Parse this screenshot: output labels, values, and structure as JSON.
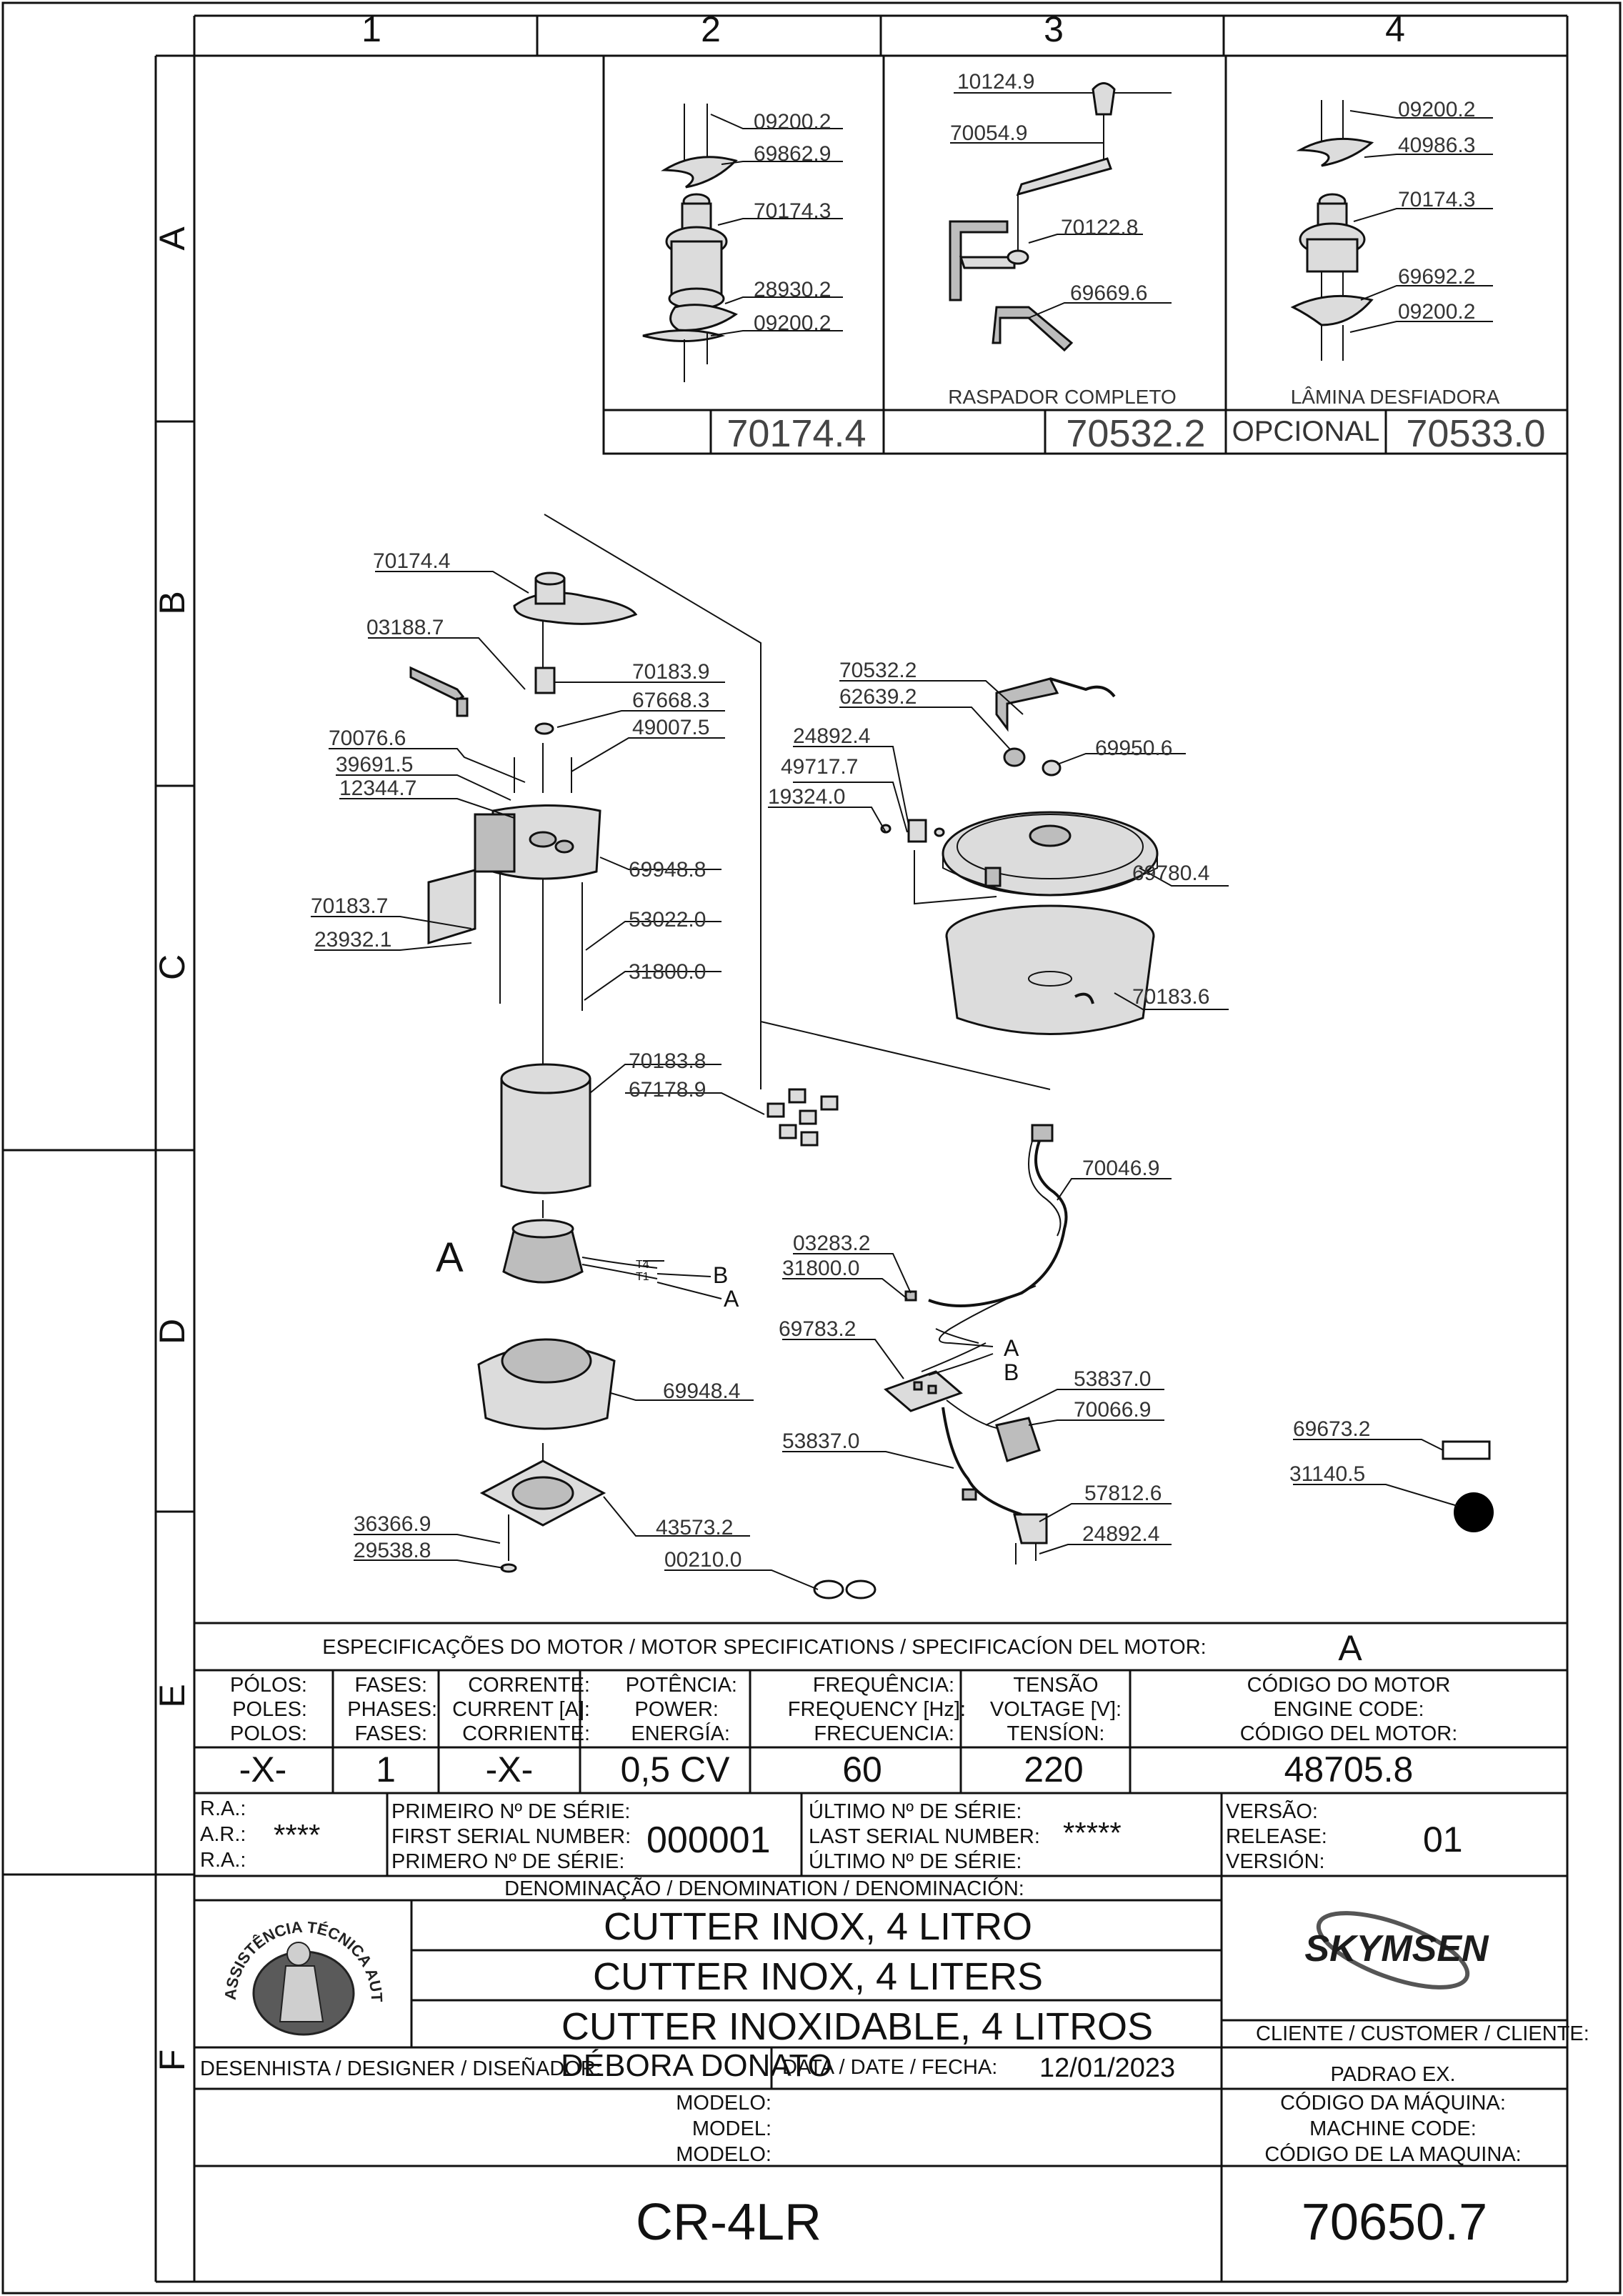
{
  "columns": [
    "1",
    "2",
    "3",
    "4"
  ],
  "rows": [
    "A",
    "B",
    "C",
    "D",
    "E",
    "F"
  ],
  "detail_kits": {
    "kit1": {
      "parts": [
        "09200.2",
        "69862.9",
        "70174.3",
        "28930.2",
        "09200.2"
      ],
      "code": "70174.4"
    },
    "kit2": {
      "caption": "RASPADOR COMPLETO",
      "parts": [
        "10124.9",
        "70054.9",
        "70122.8",
        "69669.6"
      ],
      "code": "70532.2"
    },
    "kit3": {
      "caption": "LÂMINA DESFIADORA",
      "optional_label": "OPCIONAL",
      "parts": [
        "09200.2",
        "40986.3",
        "70174.3",
        "69692.2",
        "09200.2"
      ],
      "code": "70533.0"
    }
  },
  "parts": {
    "p70174_4": "70174.4",
    "p03188_7": "03188.7",
    "p70183_9": "70183.9",
    "p67668_3": "67668.3",
    "p49007_5": "49007.5",
    "p70076_6": "70076.6",
    "p39691_5": "39691.5",
    "p12344_7": "12344.7",
    "p69948_8": "69948.8",
    "p70183_7": "70183.7",
    "p23932_1": "23932.1",
    "p53022_0": "53022.0",
    "p31800_0a": "31800.0",
    "p70183_8": "70183.8",
    "p67178_9": "67178.9",
    "p69948_4": "69948.4",
    "p36366_9": "36366.9",
    "p29538_8": "29538.8",
    "p43573_2": "43573.2",
    "p00210_0": "00210.0",
    "p70532_2": "70532.2",
    "p62639_2": "62639.2",
    "p24892_4a": "24892.4",
    "p49717_7": "49717.7",
    "p19324_0": "19324.0",
    "p69950_6": "69950.6",
    "p69780_4": "69780.4",
    "p70183_6": "70183.6",
    "p70046_9": "70046.9",
    "p03283_2": "03283.2",
    "p31800_0b": "31800.0",
    "p69783_2": "69783.2",
    "p53837_0a": "53837.0",
    "p70066_9": "70066.9",
    "p53837_0b": "53837.0",
    "p57812_6": "57812.6",
    "p24892_4b": "24892.4",
    "p69673_2": "69673.2",
    "p31140_5": "31140.5"
  },
  "motor_labels": {
    "a": "A",
    "t4": "T4",
    "t1": "T1",
    "b_out": "B",
    "a_out": "A"
  },
  "board_labels": {
    "a": "A",
    "b": "B"
  },
  "motor_spec": {
    "header": "ESPECIFICAÇÕES DO MOTOR / MOTOR SPECIFICATIONS / SPECIFICACÍON DEL MOTOR:",
    "motor_letter": "A",
    "columns": [
      {
        "labels": [
          "PÓLOS:",
          "POLES:",
          "POLOS:"
        ],
        "value": "-X-"
      },
      {
        "labels": [
          "FASES:",
          "PHASES:",
          "FASES:"
        ],
        "value": "1"
      },
      {
        "labels": [
          "CORRENTE:",
          "CURRENT [A]:",
          "CORRIENTE:"
        ],
        "value": "-X-"
      },
      {
        "labels": [
          "POTÊNCIA:",
          "POWER:",
          "ENERGÍA:"
        ],
        "value": "0,5 CV"
      },
      {
        "labels": [
          "FREQUÊNCIA:",
          "FREQUENCY [Hz]:",
          "FRECUENCIA:"
        ],
        "value": "60"
      },
      {
        "labels": [
          "TENSÃO",
          "VOLTAGE [V]:",
          "TENSÍON:"
        ],
        "value": "220"
      },
      {
        "labels": [
          "CÓDIGO DO MOTOR",
          "ENGINE CODE:",
          "CÓDIGO DEL MOTOR:"
        ],
        "value": "48705.8"
      }
    ]
  },
  "serials": {
    "ra_labels": [
      "R.A.:",
      "A.R.:",
      "R.A.:"
    ],
    "ra_value": "****",
    "first_labels": [
      "PRIMEIRO Nº DE SÉRIE:",
      "FIRST SERIAL NUMBER:",
      "PRIMERO Nº DE SÉRIE:"
    ],
    "first_value": "000001",
    "last_labels": [
      "ÚLTIMO Nº DE SÉRIE:",
      "LAST SERIAL NUMBER:",
      "ÚLTIMO Nº DE SÉRIE:"
    ],
    "last_value": "*****",
    "version_labels": [
      "VERSÃO:",
      "RELEASE:",
      "VERSIÓN:"
    ],
    "version_value": "01"
  },
  "denomination": {
    "header": "DENOMINAÇÃO / DENOMINATION / DENOMINACIÓN:",
    "lines": [
      "CUTTER INOX, 4 LITRO",
      "CUTTER INOX, 4 LITERS",
      "CUTTER INOXIDABLE, 4 LITROS"
    ]
  },
  "stamp": {
    "text": "ASSISTÊNCIA TÉCNICA AUTORIZADA"
  },
  "brand": {
    "name": "SKYMSEN"
  },
  "customer": {
    "label": "CLIENTE / CUSTOMER / CLIENTE:",
    "value": "PADRAO EX."
  },
  "designer": {
    "label": "DESENHISTA / DESIGNER / DISEÑADOR:",
    "value": "DÉBORA DONATO"
  },
  "date": {
    "label": "DATA / DATE / FECHA:",
    "value": "12/01/2023"
  },
  "model": {
    "labels": [
      "MODELO:",
      "MODEL:",
      "MODELO:"
    ],
    "value": "CR-4LR"
  },
  "machine_code": {
    "labels": [
      "CÓDIGO DA MÁQUINA:",
      "MACHINE CODE:",
      "CÓDIGO DE LA MAQUINA:"
    ],
    "value": "70650.7"
  },
  "colors": {
    "line": "#111111",
    "part_fill": "#dcdcdc",
    "part_dark": "#bdbdbd",
    "logo_dark": "#2a2a2a"
  }
}
